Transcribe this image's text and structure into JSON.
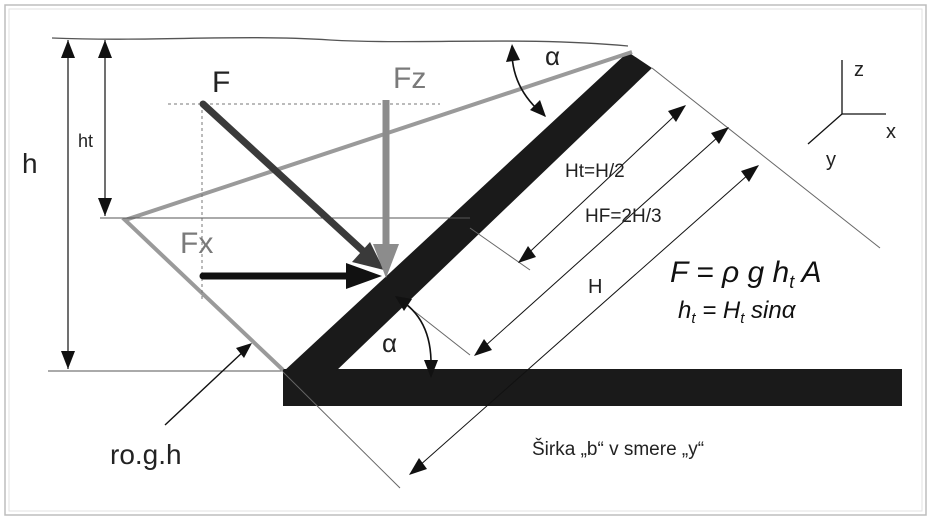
{
  "labels": {
    "h": "h",
    "ht": "ht",
    "F": "F",
    "Fz": "Fz",
    "Fx": "Fx",
    "alpha_top": "α",
    "alpha_bottom": "α",
    "Ht": "Ht=H/2",
    "HF": "HF=2H/3",
    "H": "H",
    "rogh": "ro.g.h",
    "sirka": "Širka  „b“ v smere  „y“",
    "axis_z": "z",
    "axis_x": "x",
    "axis_y": "y"
  },
  "formula": {
    "line1_pre": "F = ρ g h",
    "line1_sub": "t",
    "line1_post": " A",
    "line2_pre": "h",
    "line2_sub": "t",
    "line2_mid": " = H",
    "line2_sub2": "t",
    "line2_post": " sinα"
  },
  "colors": {
    "wall": "#1a1a1a",
    "pressure_outline": "#9a9a9a",
    "force_F": "#3a3a3a",
    "force_Fz": "#8c8c8c",
    "force_Fx": "#111111"
  }
}
